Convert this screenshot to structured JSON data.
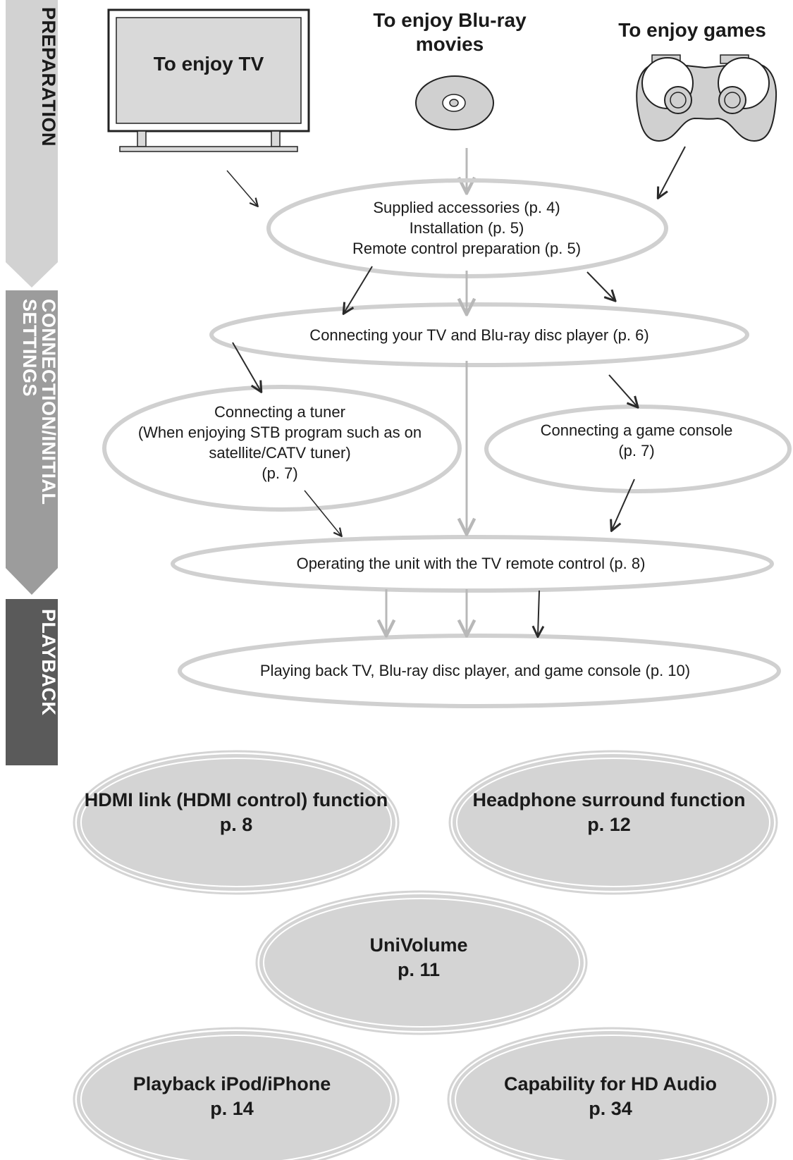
{
  "sidebar": {
    "preparation": "PREPARATION",
    "connection": "CONNECTION/INITIAL\nSETTINGS",
    "playback": "PLAYBACK"
  },
  "headings": {
    "tv": "To enjoy TV",
    "bluray": "To enjoy Blu-ray\nmovies",
    "games": "To enjoy games"
  },
  "nodes": {
    "accessories": "Supplied accessories (p. 4)",
    "installation": "Installation (p. 5)",
    "remote_prep": "Remote control preparation (p. 5)",
    "connect_tv": "Connecting your TV and Blu-ray disc player (p. 6)",
    "tuner_1": "Connecting a tuner",
    "tuner_2": "(When enjoying STB program such as on",
    "tuner_3": "satellite/CATV tuner)",
    "tuner_4": "(p. 7)",
    "game_1": "Connecting a game console",
    "game_2": "(p. 7)",
    "operate": "Operating the unit with the TV remote control (p. 8)",
    "playback": "Playing back TV, Blu-ray disc player, and game console (p. 10)"
  },
  "features": {
    "hdmi_title": "HDMI link (HDMI control) function",
    "hdmi_page": "p. 8",
    "headphone_title": "Headphone surround function",
    "headphone_page": "p. 12",
    "univolume_title": "UniVolume",
    "univolume_page": "p. 11",
    "ipod_title": "Playback iPod/iPhone",
    "ipod_page": "p. 14",
    "hdaudio_title": "Capability for HD Audio",
    "hdaudio_page": "p. 34"
  },
  "colors": {
    "preparation_band": "#d2d2d2",
    "connection_band": "#9c9c9c",
    "playback_band": "#5a5a5a",
    "ellipse_stroke": "#d0d0d0",
    "feature_fill": "#d4d4d4",
    "arrow_dark": "#2a2a2a",
    "arrow_light": "#b8b8b8"
  }
}
